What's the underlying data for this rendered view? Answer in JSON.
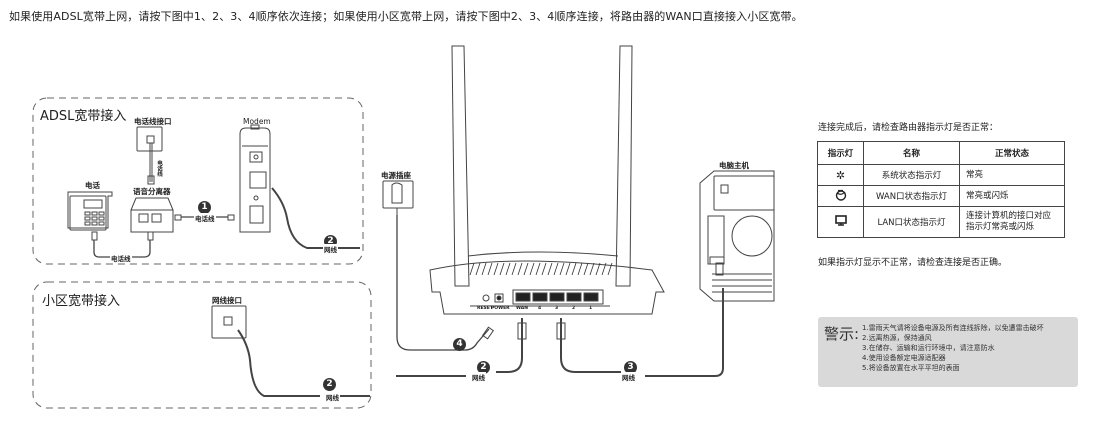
{
  "intro_text": "如果使用ADSL宽带上网，请按下图中1、2、3、4顺序依次连接；如果使用小区宽带上网，请按下图中2、3、4顺序连接，将路由器的WAN口直接接入小区宽带。",
  "adsl_section": {
    "title": "ADSL宽带接入",
    "phone_jack_label": "电话线接口",
    "phone_label": "电话",
    "splitter_label": "语音分离器",
    "modem_label": "Modem",
    "vertical_cable_label": "电话线",
    "cable_phone_label": "电话线",
    "cable_splitter_modem_label": "电话线",
    "cable_modem_label": "网线",
    "step_1": "1",
    "step_2": "2"
  },
  "community_section": {
    "title": "小区宽带接入",
    "ethernet_jack_label": "网线接口",
    "cable_label": "网线",
    "step_2": "2"
  },
  "router": {
    "port_labels": [
      "WAN",
      "4",
      "3",
      "2",
      "1"
    ],
    "reset_label": "RESET",
    "power_label": "POWER"
  },
  "power_outlet_label": "电源插座",
  "computer_label": "电脑主机",
  "bottom_cables": {
    "step_4": "4",
    "step_2": "2",
    "step_3": "3",
    "cable_2_label": "网线",
    "cable_3_label": "网线"
  },
  "status_check": {
    "intro": "连接完成后，请检查路由器指示灯是否正常：",
    "headers": [
      "指示灯",
      "名称",
      "正常状态"
    ],
    "rows": [
      {
        "icon": "system-status-icon",
        "name": "系统状态指示灯",
        "state": "常亮"
      },
      {
        "icon": "wan-globe-icon",
        "name": "WAN口状态指示灯",
        "state": "常亮或闪烁"
      },
      {
        "icon": "lan-monitor-icon",
        "name": "LAN口状态指示灯",
        "state": "连接计算机的接口对应指示灯常亮或闪烁"
      }
    ],
    "outro": "如果指示灯显示不正常，请检查连接是否正确。"
  },
  "warning": {
    "title": "警示:",
    "items": [
      "1.雷雨天气请将设备电源及所有连线拆除，以免遭雷击破坏",
      "2.远离热源，保持通风",
      "3.在储存、运输和运行环境中，请注意防水",
      "4.使用设备额定电源适配器",
      "5.将设备放置在水平平坦的表面"
    ]
  }
}
